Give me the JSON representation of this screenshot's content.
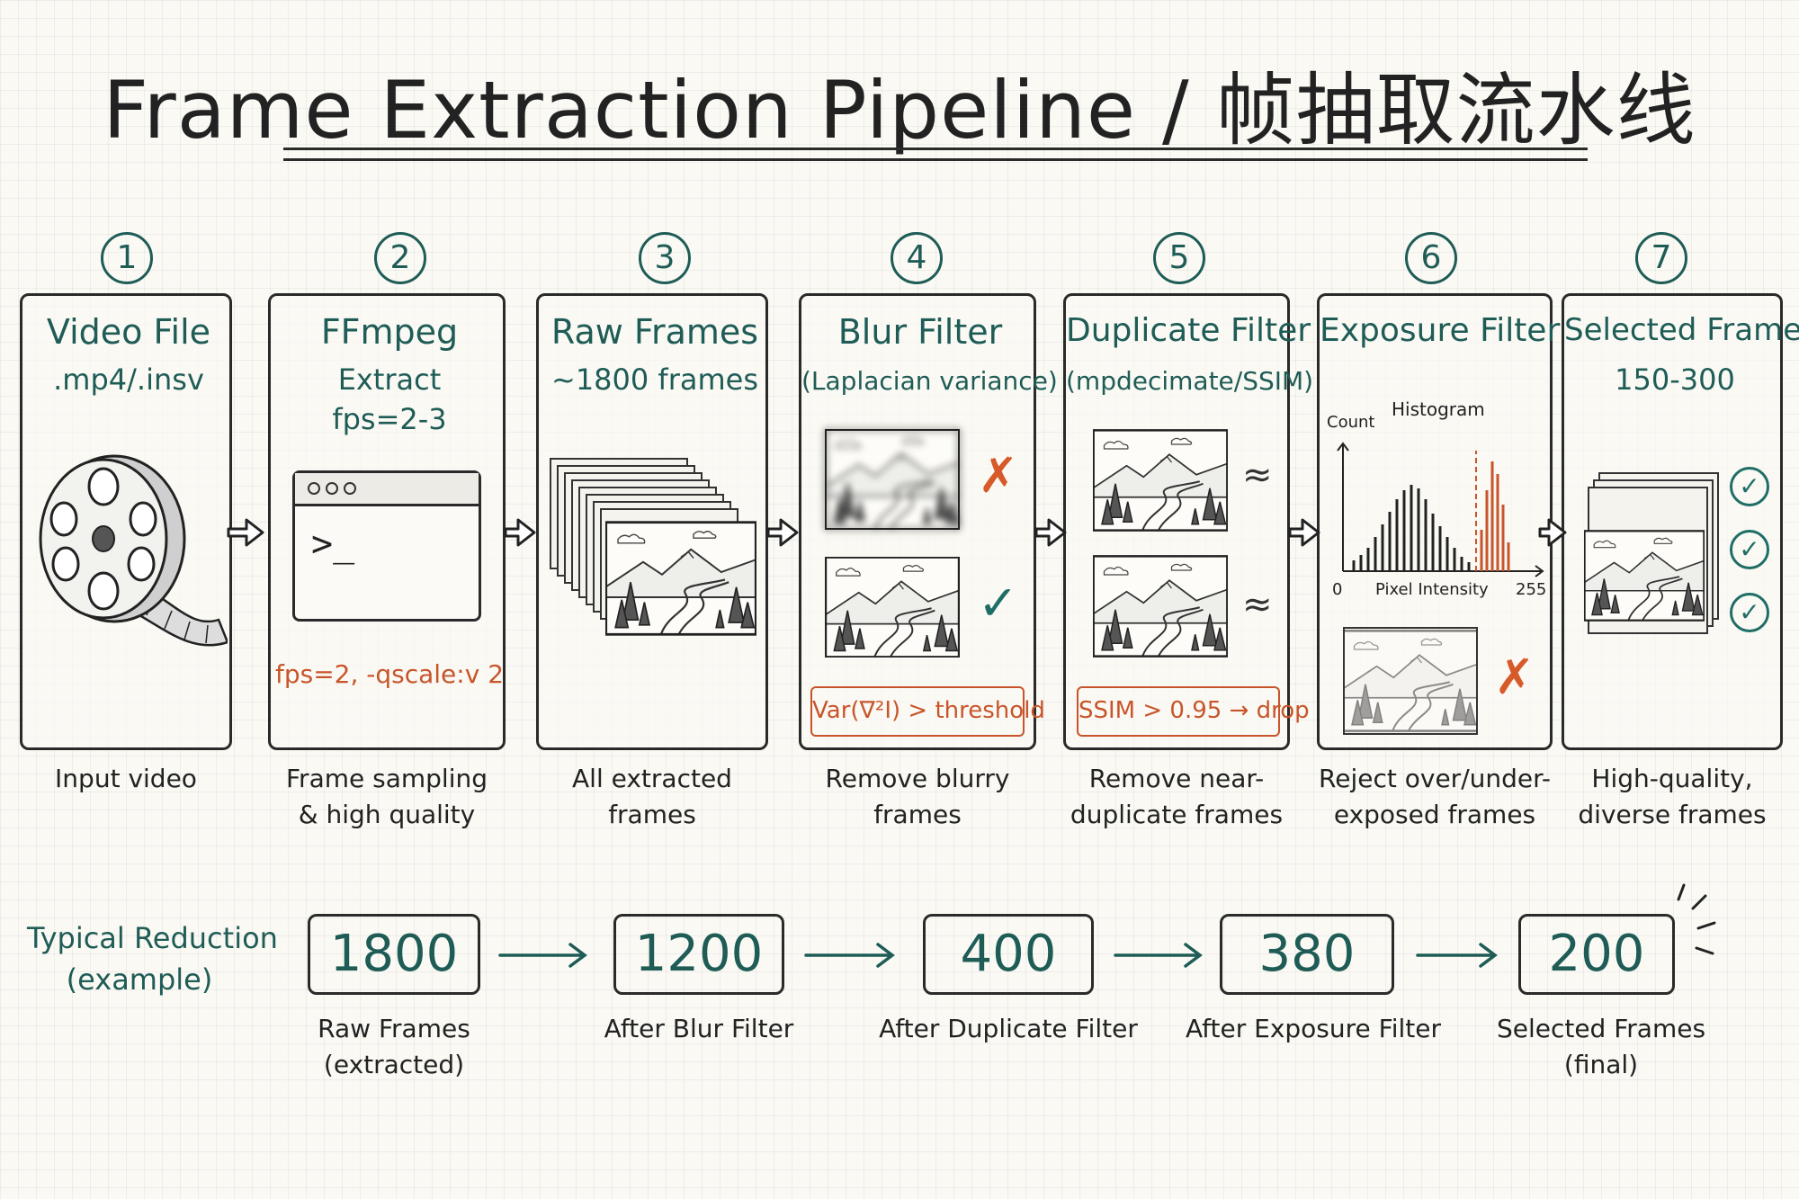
{
  "title": "Frame Extraction Pipeline / 帧抽取流水线",
  "colors": {
    "accent": "#1f5c56",
    "highlight": "#c8552a",
    "ink": "#2a2a2a"
  },
  "steps": [
    {
      "num": "1",
      "title": "Video File",
      "subtitle": ".mp4/.insv",
      "caption": [
        "Input video"
      ],
      "icon": "film-reel-icon"
    },
    {
      "num": "2",
      "title": "FFmpeg",
      "subtitle": "Extract",
      "subtitle2": "fps=2-3",
      "command": "fps=2, -qscale:v 2",
      "caption": [
        "Frame sampling",
        "& high quality"
      ],
      "icon": "terminal-window-icon",
      "prompt": ">_"
    },
    {
      "num": "3",
      "title": "Raw Frames",
      "subtitle": "~1800 frames",
      "caption": [
        "All extracted",
        "frames"
      ],
      "icon": "frame-stack-icon"
    },
    {
      "num": "4",
      "title": "Blur Filter",
      "subtitle": "(Laplacian variance)",
      "formula": "Var(∇²I) > threshold",
      "caption": [
        "Remove blurry",
        "frames"
      ],
      "reject_mark": "✗",
      "accept_mark": "✓"
    },
    {
      "num": "5",
      "title": "Duplicate Filter",
      "subtitle": "(mpdecimate/SSIM)",
      "formula": "SSIM > 0.95 → drop",
      "caption": [
        "Remove near-",
        "duplicate frames"
      ],
      "approx_mark": "≈"
    },
    {
      "num": "6",
      "title": "Exposure Filter",
      "histogram": {
        "title": "Histogram",
        "ylabel": "Count",
        "xlabel": "Pixel Intensity",
        "xmin": "0",
        "xmax": "255"
      },
      "caption": [
        "Reject over/under-",
        "exposed frames"
      ],
      "reject_mark": "✗"
    },
    {
      "num": "7",
      "title": "Selected Frames",
      "subtitle": "150-300",
      "caption": [
        "High-quality,",
        "diverse frames"
      ],
      "accept_mark": "✓"
    }
  ],
  "reduction": {
    "label": [
      "Typical Reduction",
      "(example)"
    ],
    "stages": [
      {
        "value": "1800",
        "caption": [
          "Raw Frames",
          "(extracted)"
        ]
      },
      {
        "value": "1200",
        "caption": [
          "After Blur Filter"
        ]
      },
      {
        "value": "400",
        "caption": [
          "After Duplicate Filter"
        ]
      },
      {
        "value": "380",
        "caption": [
          "After Exposure Filter"
        ]
      },
      {
        "value": "200",
        "caption": [
          "Selected Frames",
          "(final)"
        ]
      }
    ]
  }
}
